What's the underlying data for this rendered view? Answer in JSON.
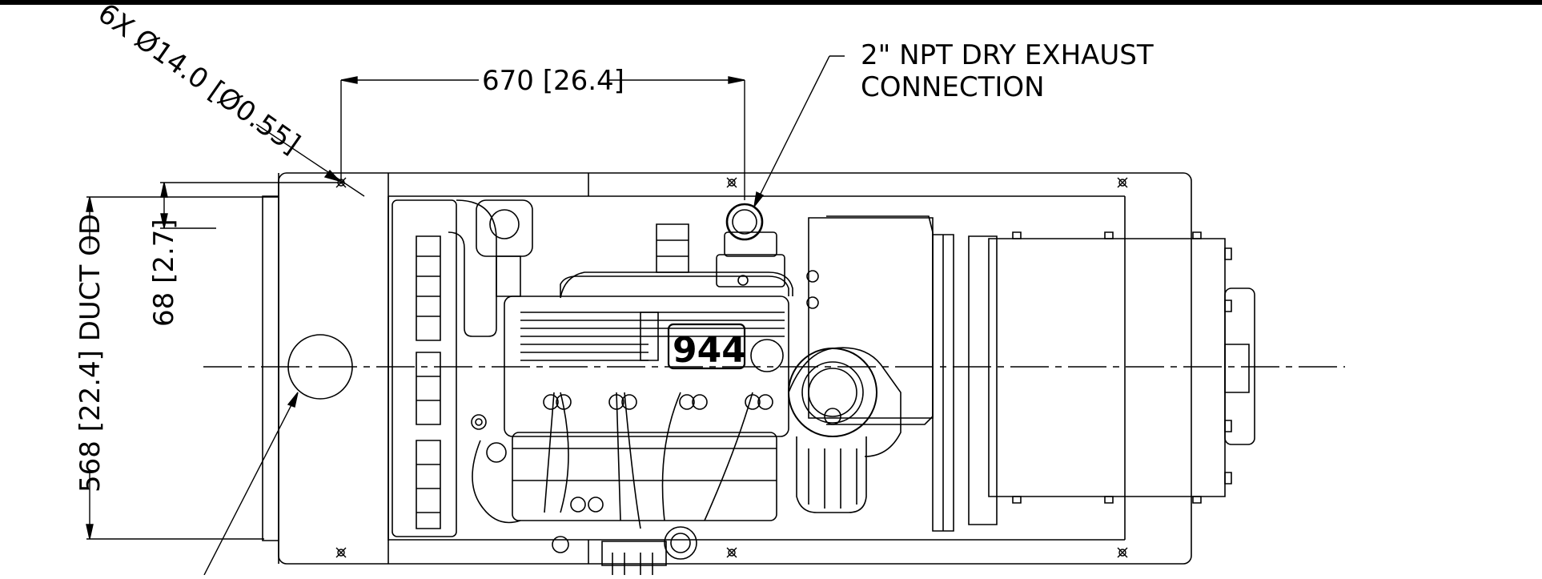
{
  "drawing": {
    "dimensions": {
      "hole_note": "6X Ø14.0 [Ø0.55]",
      "width_top": "670 [26.4]",
      "offset_side": "68 [2.7]",
      "duct_od": "568 [22.4] DUCT OD"
    },
    "notes": {
      "exhaust_line1": "2\" NPT DRY EXHAUST",
      "exhaust_line2": "CONNECTION"
    },
    "engine_badge": "944"
  }
}
